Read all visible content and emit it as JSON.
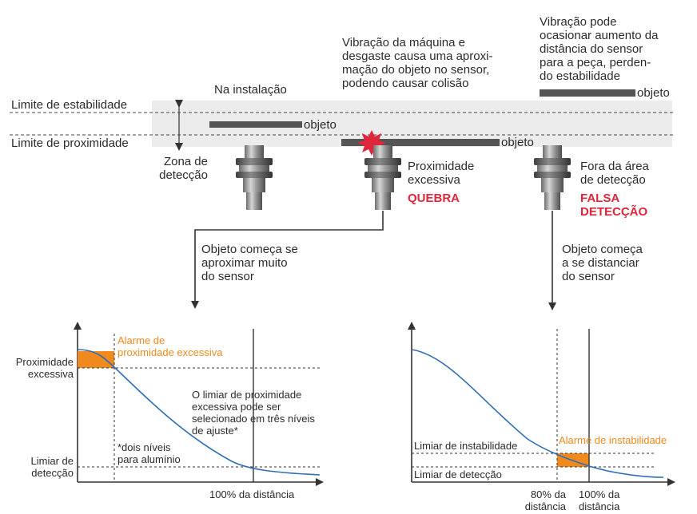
{
  "top": {
    "stability_limit": "Limite de estabilidade",
    "proximity_limit": "Limite de proximidade",
    "detection_zone": "Zona de\ndetecção",
    "installation": "Na instalação",
    "object_word": "objeto",
    "vibration_middle": "Vibração da máquina e\ndesgaste causa uma aproxi-\nmação do objeto no sensor,\npodendo causar colisão",
    "vibration_right": "Vibração pode\nocasionar aumento da\ndistância do sensor\npara a peça, perden-\ndo estabilidade",
    "proximity_excessive": "Proximidade\nexcessiva",
    "break_word": "QUEBRA",
    "out_of_area": "Fora da área\nde detecção",
    "false_detection": "FALSA\nDETECÇÃO",
    "object_approaches": "Objeto começa se\naproximar muito\ndo sensor",
    "object_moves_away": "Objeto começa\na se distanciar\ndo sensor"
  },
  "left_graph": {
    "y_label_top": "Proximidade\nexcessiva",
    "y_label_bottom": "Limiar de\ndetecção",
    "alarm": "Alarme de\nproximidade excessiva",
    "note_threshold": "O limiar de proximidade\nexcessiva pode ser\nselecionado em três níveis\nde ajuste*",
    "note_aluminium": "*dois níveis\npara alumínio",
    "x_label": "100% da distância"
  },
  "right_graph": {
    "instability_threshold": "Limiar de instabilidade",
    "detection_threshold": "Limiar de detecção",
    "alarm": "Alarme de instabilidade",
    "x_label_80": "80% da\ndistância",
    "x_label_100": "100% da\ndistância"
  },
  "colors": {
    "band": "#ececec",
    "object_bar": "#555555",
    "curve": "#2f6db5",
    "alarm_fill": "#f08a1e",
    "alert_text": "#e0263a",
    "sensor_body": "#9a9a9a",
    "sensor_nut": "#5c5c5c"
  }
}
